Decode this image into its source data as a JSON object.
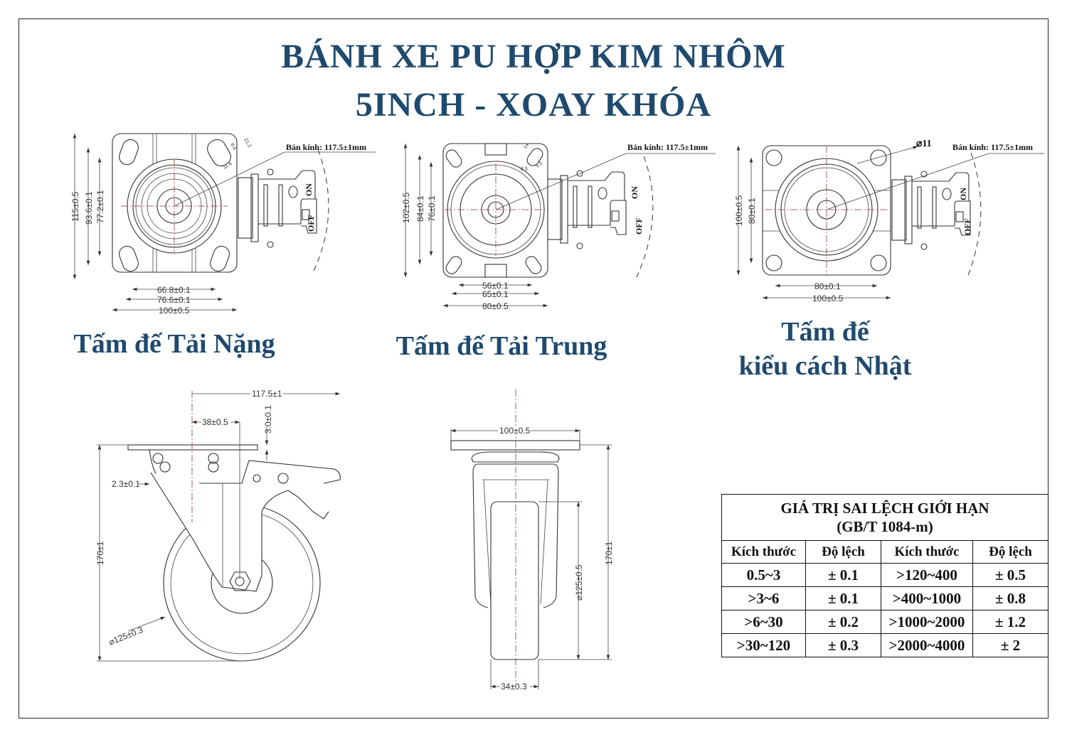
{
  "title": {
    "line1": "BÁNH XE PU HỢP KIM NHÔM",
    "line2": "5INCH - XOAY KHÓA"
  },
  "title_color": "#1f4a6e",
  "views": {
    "heavy": {
      "caption": "Tấm đế Tải Nặng",
      "radius_label": "Bán kính: 117.5±1mm",
      "dims": {
        "height": "115±0.5",
        "hole_v_outer": "93.6±0.1",
        "hole_v_inner": "77.2±0.1",
        "hole_h_inner": "66.8±0.1",
        "hole_h_outer": "76.6±0.1",
        "width": "100±0.5",
        "slot_len": "21.2",
        "slot_w": "8.6",
        "slot_c": "11.4"
      },
      "lock_on": "ON",
      "lock_off": "OFF"
    },
    "medium": {
      "caption": "Tấm đế Tải Trung",
      "radius_label": "Bán kính: 117.5±1mm",
      "dims": {
        "height": "102±0.5",
        "hole_v_outer": "84±0.1",
        "hole_v_inner": "76±0.1",
        "hole_h_inner": "56±0.1",
        "hole_h_outer": "65±0.1",
        "width": "80±0.5",
        "slot_len": "14",
        "slot_w": "8.5",
        "slot_c": "5.5"
      },
      "lock_on": "ON",
      "lock_off": "OFF"
    },
    "japan": {
      "caption_line1": "Tấm đế",
      "caption_line2": "kiểu cách Nhật",
      "radius_label": "Bán kính: 117.5±1mm",
      "hole_dia": "⌀11",
      "dims": {
        "height": "100±0.5",
        "hole_v": "80±0.1",
        "hole_h": "80±0.1",
        "width": "100±0.5"
      },
      "lock_on": "ON",
      "lock_off": "OFF"
    },
    "side": {
      "offset": "117.5±1",
      "swivel": "38±0.5",
      "plate_thk": "3.0±0.1",
      "gap": "2.3±0.1",
      "height": "170±1",
      "wheel_dia": "⌀125±0.3"
    },
    "front": {
      "plate_width": "100±0.5",
      "height": "170±1",
      "wheel_dia": "⌀125±0.5",
      "wheel_width": "34±0.3"
    }
  },
  "tolerance_table": {
    "title": "GIÁ TRỊ SAI LỆCH GIỚI HẠN",
    "subtitle": "(GB/T 1084-m)",
    "headers": [
      "Kích thước",
      "Độ lệch",
      "Kích thước",
      "Độ lệch"
    ],
    "rows": [
      [
        "0.5~3",
        "± 0.1",
        ">120~400",
        "± 0.5"
      ],
      [
        ">3~6",
        "± 0.1",
        ">400~1000",
        "± 0.8"
      ],
      [
        ">6~30",
        "± 0.2",
        ">1000~2000",
        "± 1.2"
      ],
      [
        ">30~120",
        "± 0.3",
        ">2000~4000",
        "±  2"
      ]
    ]
  }
}
